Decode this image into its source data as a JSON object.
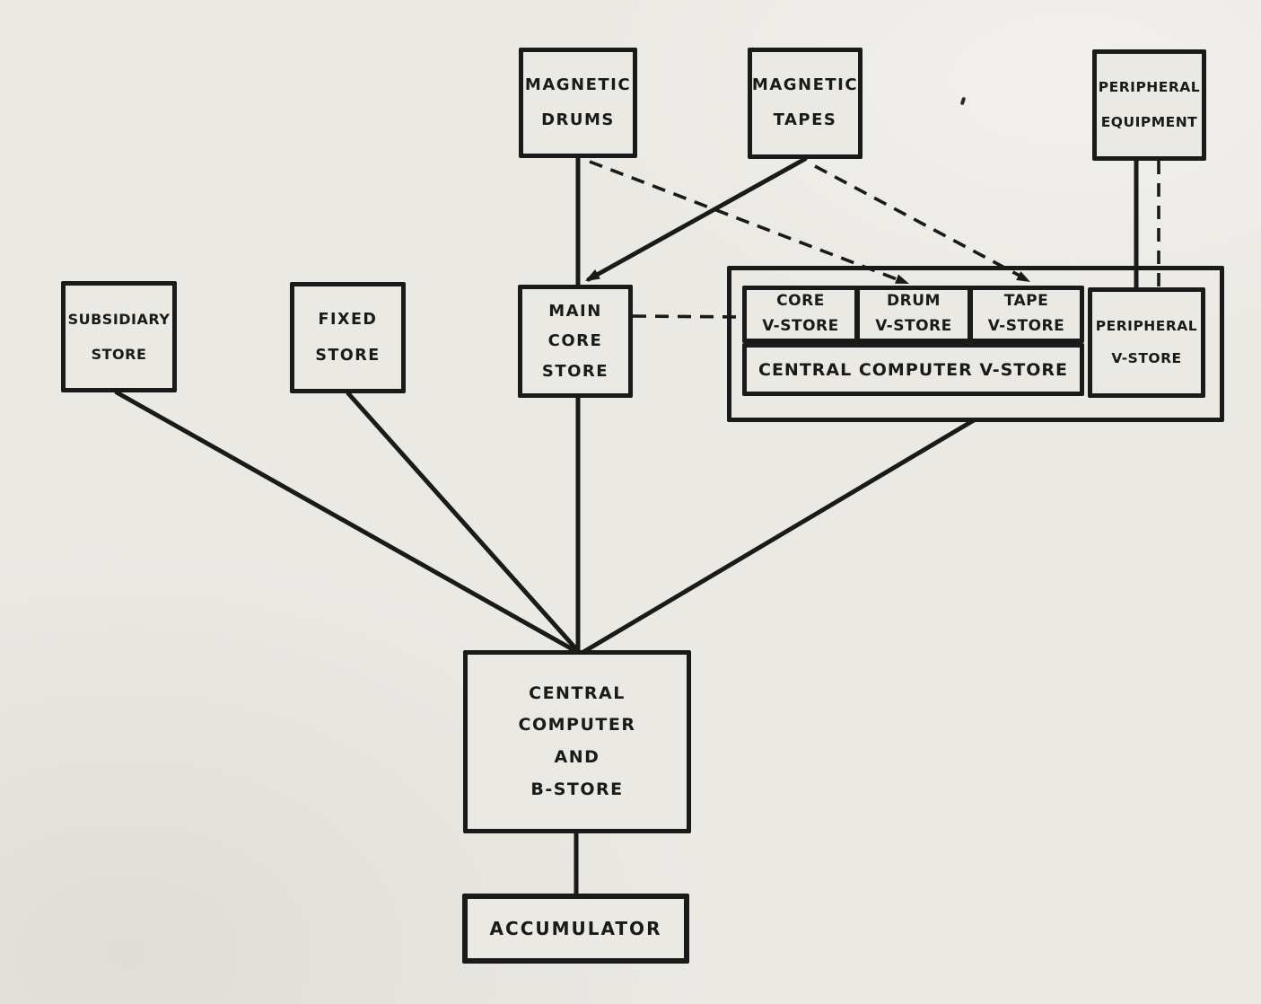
{
  "colors": {
    "ink": "#1a1a1a",
    "paper": "#ebe9e4"
  },
  "nodes": {
    "magnetic_drums": {
      "label": "MAGNETIC\nDRUMS"
    },
    "magnetic_tapes": {
      "label": "MAGNETIC\nTAPES"
    },
    "peripheral_equipment": {
      "label": "PERIPHERAL\nEQUIPMENT"
    },
    "subsidiary_store": {
      "label": "SUBSIDIARY\nSTORE"
    },
    "fixed_store": {
      "label": "FIXED\nSTORE"
    },
    "main_core_store": {
      "label": "MAIN\nCORE\nSTORE"
    },
    "core_v_store": {
      "label": "CORE\nV-STORE"
    },
    "drum_v_store": {
      "label": "DRUM\nV-STORE"
    },
    "tape_v_store": {
      "label": "TAPE\nV-STORE"
    },
    "peripheral_v_store": {
      "label": "PERIPHERAL\nV-STORE"
    },
    "central_computer_v_store": {
      "label": "CENTRAL COMPUTER V-STORE"
    },
    "central_computer": {
      "label": "CENTRAL\nCOMPUTER\nAND\nB-STORE"
    },
    "accumulator": {
      "label": "ACCUMULATOR"
    }
  },
  "edges": [
    {
      "from": "magnetic_drums",
      "to": "main_core_store",
      "style": "solid",
      "arrow": false
    },
    {
      "from": "magnetic_tapes",
      "to": "main_core_store",
      "style": "solid",
      "arrow": true
    },
    {
      "from": "magnetic_drums",
      "to": "drum_v_store",
      "style": "dashed",
      "arrow": true
    },
    {
      "from": "magnetic_tapes",
      "to": "tape_v_store",
      "style": "dashed",
      "arrow": true
    },
    {
      "from": "peripheral_equipment",
      "to": "peripheral_v_store",
      "style": "solid",
      "arrow": false
    },
    {
      "from": "peripheral_equipment",
      "to": "peripheral_v_store",
      "style": "dashed",
      "arrow": false
    },
    {
      "from": "main_core_store",
      "to": "core_v_store",
      "style": "dashed",
      "arrow": false
    },
    {
      "from": "subsidiary_store",
      "to": "central_computer",
      "style": "solid",
      "arrow": false
    },
    {
      "from": "fixed_store",
      "to": "central_computer",
      "style": "solid",
      "arrow": false
    },
    {
      "from": "main_core_store",
      "to": "central_computer",
      "style": "solid",
      "arrow": false
    },
    {
      "from": "v_store_block",
      "to": "central_computer",
      "style": "solid",
      "arrow": false
    },
    {
      "from": "central_computer",
      "to": "accumulator",
      "style": "solid",
      "arrow": false
    }
  ]
}
